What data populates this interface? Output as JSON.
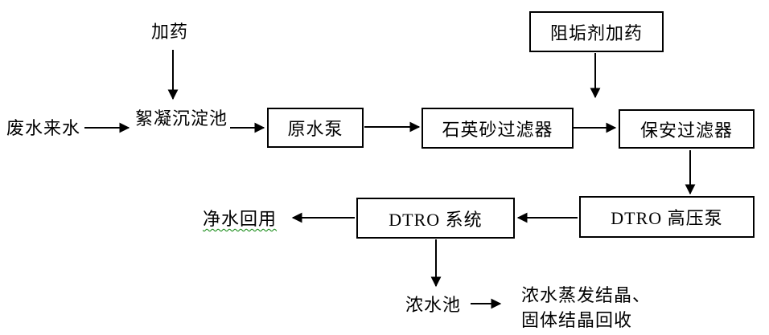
{
  "diagram": {
    "type": "process-flowchart",
    "nodes": {
      "dosing": "加药",
      "wastewater_in": "废水来水",
      "floc_tank": "絮凝沉淀池",
      "raw_pump": "原水泵",
      "quartz_filter": "石英砂过滤器",
      "security_filter": "保安过滤器",
      "antiscalant_dosing": "阻垢剂加药",
      "dtro_pump": "DTRO 高压泵",
      "dtro_system": "DTRO 系统",
      "clean_water_reuse": "净水回用",
      "conc_tank": "浓水池",
      "conc_treatment": "浓水蒸发结晶、\n固体结晶回收"
    },
    "edges": [
      {
        "from": "dosing",
        "to": "floc_tank",
        "direction": "down"
      },
      {
        "from": "wastewater_in",
        "to": "floc_tank",
        "direction": "right"
      },
      {
        "from": "floc_tank",
        "to": "raw_pump",
        "direction": "right"
      },
      {
        "from": "raw_pump",
        "to": "quartz_filter",
        "direction": "right"
      },
      {
        "from": "quartz_filter",
        "to": "security_filter",
        "direction": "right"
      },
      {
        "from": "antiscalant_dosing",
        "to": "security_filter",
        "direction": "down"
      },
      {
        "from": "security_filter",
        "to": "dtro_pump",
        "direction": "down"
      },
      {
        "from": "dtro_pump",
        "to": "dtro_system",
        "direction": "left"
      },
      {
        "from": "dtro_system",
        "to": "clean_water_reuse",
        "direction": "left"
      },
      {
        "from": "dtro_system",
        "to": "conc_tank",
        "direction": "down"
      },
      {
        "from": "conc_tank",
        "to": "conc_treatment",
        "direction": "right"
      }
    ],
    "colors": {
      "line": "#000000",
      "box_border": "#000000",
      "background": "#ffffff",
      "grammar_underline": "#008000"
    }
  }
}
